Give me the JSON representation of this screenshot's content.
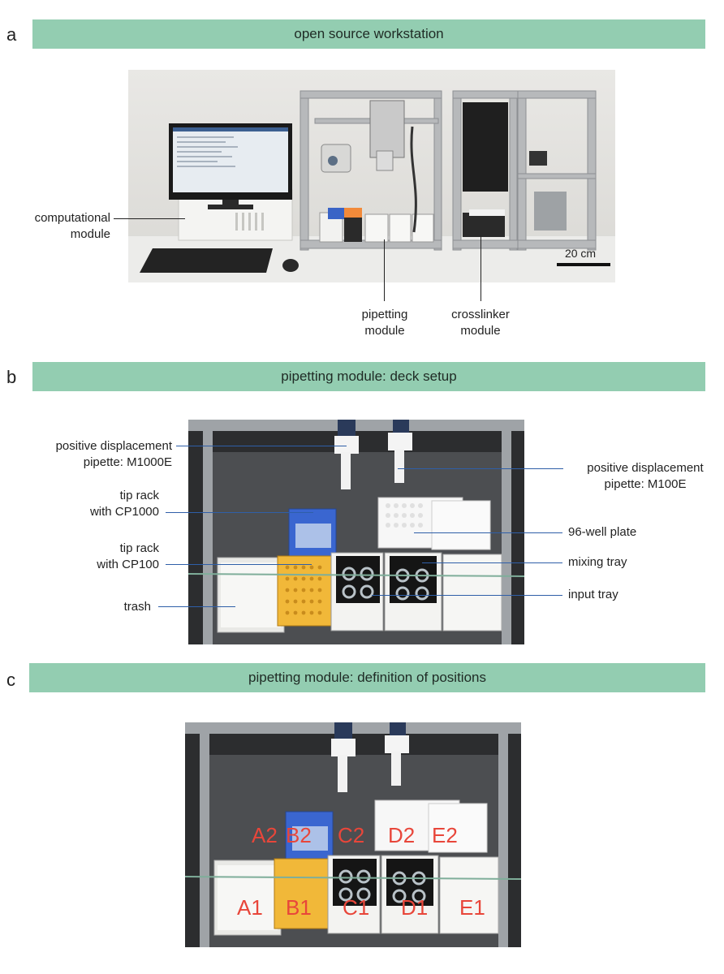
{
  "panels": {
    "a": {
      "letter": "a",
      "title": "open source workstation",
      "labels": {
        "computational": [
          "computational",
          "module"
        ],
        "pipetting": [
          "pipetting",
          "module"
        ],
        "crosslinker": [
          "crosslinker",
          "module"
        ]
      },
      "scale_bar": "20 cm"
    },
    "b": {
      "letter": "b",
      "title": "pipetting module: deck setup",
      "labels": {
        "m1000": [
          "positive displacement",
          "pipette: M1000E"
        ],
        "m100": [
          "positive displacement",
          "pipette: M100E"
        ],
        "cp1000": [
          "tip rack",
          "with CP1000"
        ],
        "cp100": [
          "tip rack",
          "with CP100"
        ],
        "trash": "trash",
        "plate96": "96-well plate",
        "mixing": "mixing tray",
        "input": "input tray"
      }
    },
    "c": {
      "letter": "c",
      "title": "pipetting module: definition of positions",
      "positions": [
        "A2",
        "B2",
        "C2",
        "D2",
        "E2",
        "A1",
        "B1",
        "C1",
        "D1",
        "E1"
      ]
    }
  },
  "colors": {
    "banner": "#93cdb1",
    "leader_line_b": "#2f5fa8",
    "position_text": "#e8463a"
  }
}
